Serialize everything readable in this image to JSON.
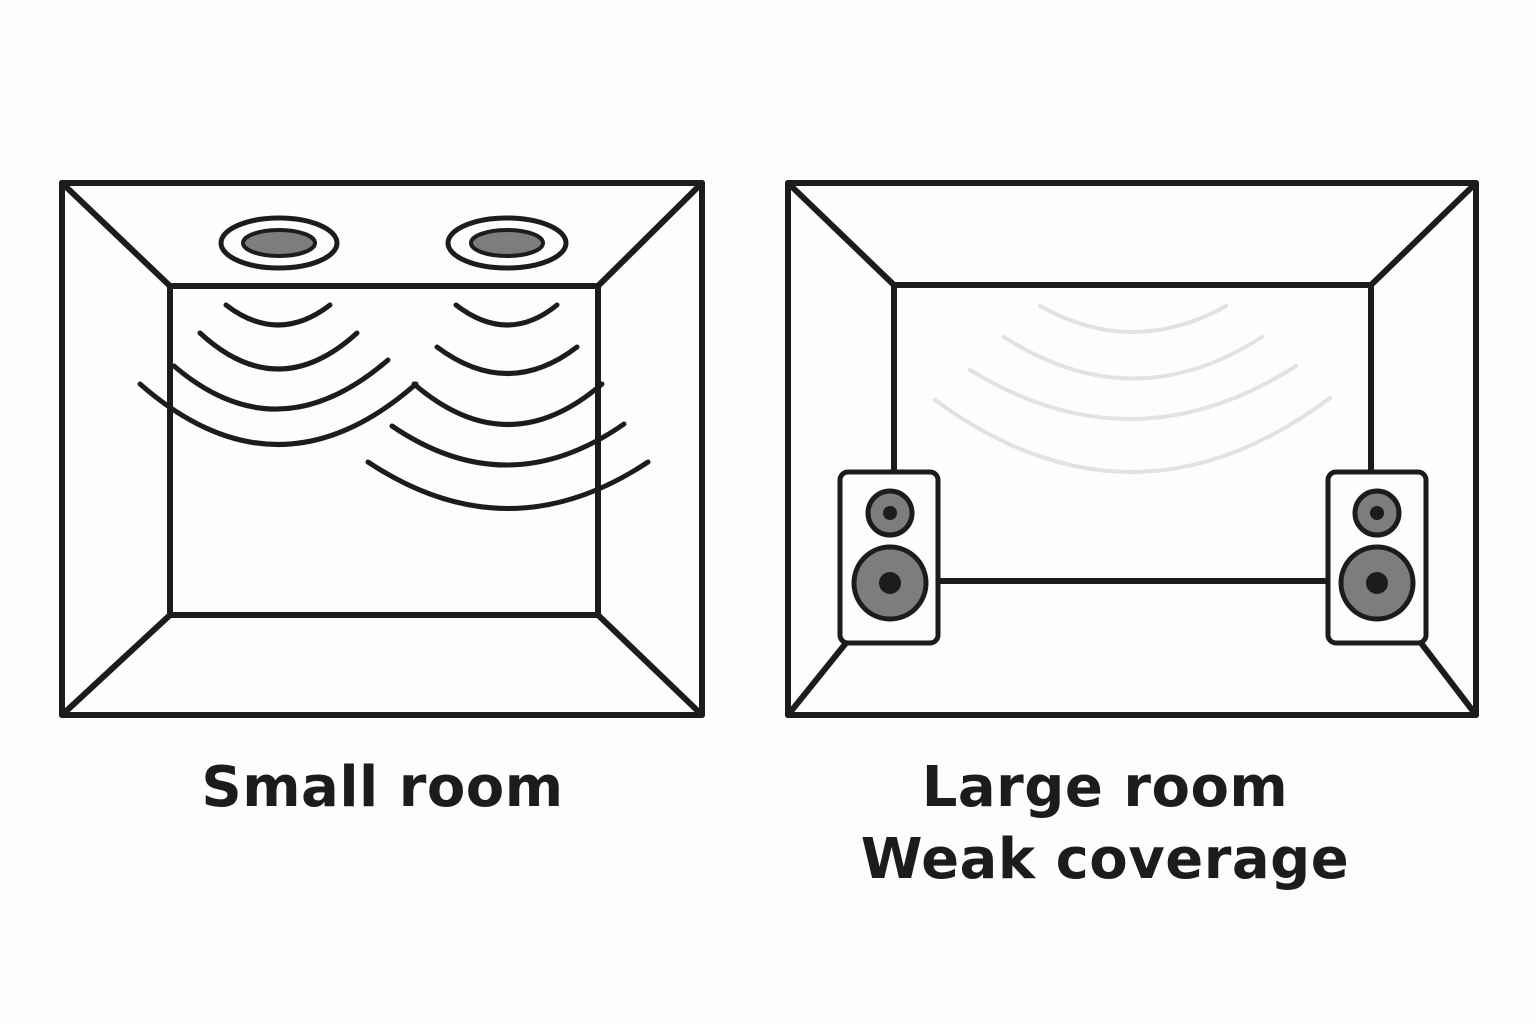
{
  "panels": {
    "small_room": {
      "caption": "Small room"
    },
    "large_room": {
      "caption_line1": "Large room",
      "caption_line2": "Weak coverage"
    }
  },
  "icons": {
    "small_room_speakers": "ceiling-speaker-icon",
    "large_room_speakers": "floor-standing-speaker-icon",
    "sound_waves": "sound-wave-icon"
  },
  "colors": {
    "outline": "#1c1c1c",
    "driver_fill": "#7d7d7d",
    "weak_wave": "#e2e2e2",
    "background": "#fdfdfc"
  }
}
